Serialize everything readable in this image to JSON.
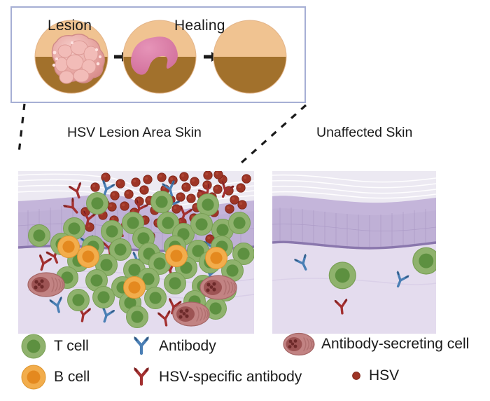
{
  "figure": {
    "type": "biomedical-illustration",
    "subject": "HSV lesion area skin versus unaffected skin immune cell infiltration"
  },
  "timeline": {
    "border_color": "#a6afd4",
    "stages": [
      {
        "label": "Lesion",
        "icon": "skin-lesion-vesicle-cluster-icon"
      },
      {
        "label": "Healing",
        "icon": "skin-healing-scab-icon"
      },
      {
        "label": "",
        "icon": "skin-resolved-icon"
      }
    ],
    "arrows": [
      "arrow-right-icon",
      "arrow-right-icon"
    ],
    "skin_top_color": "#f0c391",
    "skin_bottom_color": "#a2712c",
    "lesion_color": "#e8a3a0",
    "scab_color": "#da7ba6"
  },
  "connectors": {
    "left": "dashed-leader-line-left",
    "right": "dashed-leader-line-right",
    "color": "#1a1a1a"
  },
  "sections": [
    {
      "id": "lesion",
      "caption": "HSV Lesion Area Skin"
    },
    {
      "id": "unaffected",
      "caption": "Unaffected Skin"
    }
  ],
  "skin_layers": {
    "stratum_corneum": "#ece9f2",
    "epidermis": "#b9a9d2",
    "epidermis_light": "#c9bddd",
    "basal_line": "#8a77ad",
    "dermis": "#e4dcee"
  },
  "panels": {
    "lesion": {
      "name": "HSV Lesion Area Skin",
      "has_erosion_notch": true,
      "counts": {
        "t_cells": 38,
        "b_cells": 5,
        "antibody_secreting_cells": 3,
        "hsv_virions": 58,
        "hsv_antibodies": 12,
        "antibodies": 9
      }
    },
    "unaffected": {
      "name": "Unaffected Skin",
      "has_erosion_notch": false,
      "counts": {
        "t_cells": 2,
        "b_cells": 0,
        "antibody_secreting_cells": 0,
        "hsv_virions": 0,
        "hsv_antibodies": 1,
        "antibodies": 2
      }
    }
  },
  "legend": {
    "items": [
      {
        "label": "T cell",
        "icon": "t-cell-icon",
        "color": "#8cb06a",
        "nucleus": "#5f9040"
      },
      {
        "label": "Antibody",
        "icon": "antibody-icon",
        "color": "#4a7fb5"
      },
      {
        "label": "Antibody-secreting cell",
        "icon": "antibody-secreting-cell-icon",
        "color": "#c08080"
      },
      {
        "label": "B cell",
        "icon": "b-cell-icon",
        "color": "#f0a843",
        "nucleus": "#e08a28"
      },
      {
        "label": "HSV-specific antibody",
        "icon": "hsv-specific-antibody-icon",
        "color": "#a33030"
      },
      {
        "label": "HSV",
        "icon": "hsv-virion-icon",
        "color": "#9e3526"
      }
    ]
  },
  "colors": {
    "t_cell_outer": "#8cb06a",
    "t_cell_nucleus": "#5f9040",
    "b_cell_outer": "#f0a843",
    "b_cell_nucleus": "#e08a28",
    "asc_body": "#c08080",
    "asc_nucleus": "#7d3030",
    "hsv": "#9e3526",
    "antibody_blue": "#4a7fb5",
    "antibody_red": "#a33030"
  }
}
